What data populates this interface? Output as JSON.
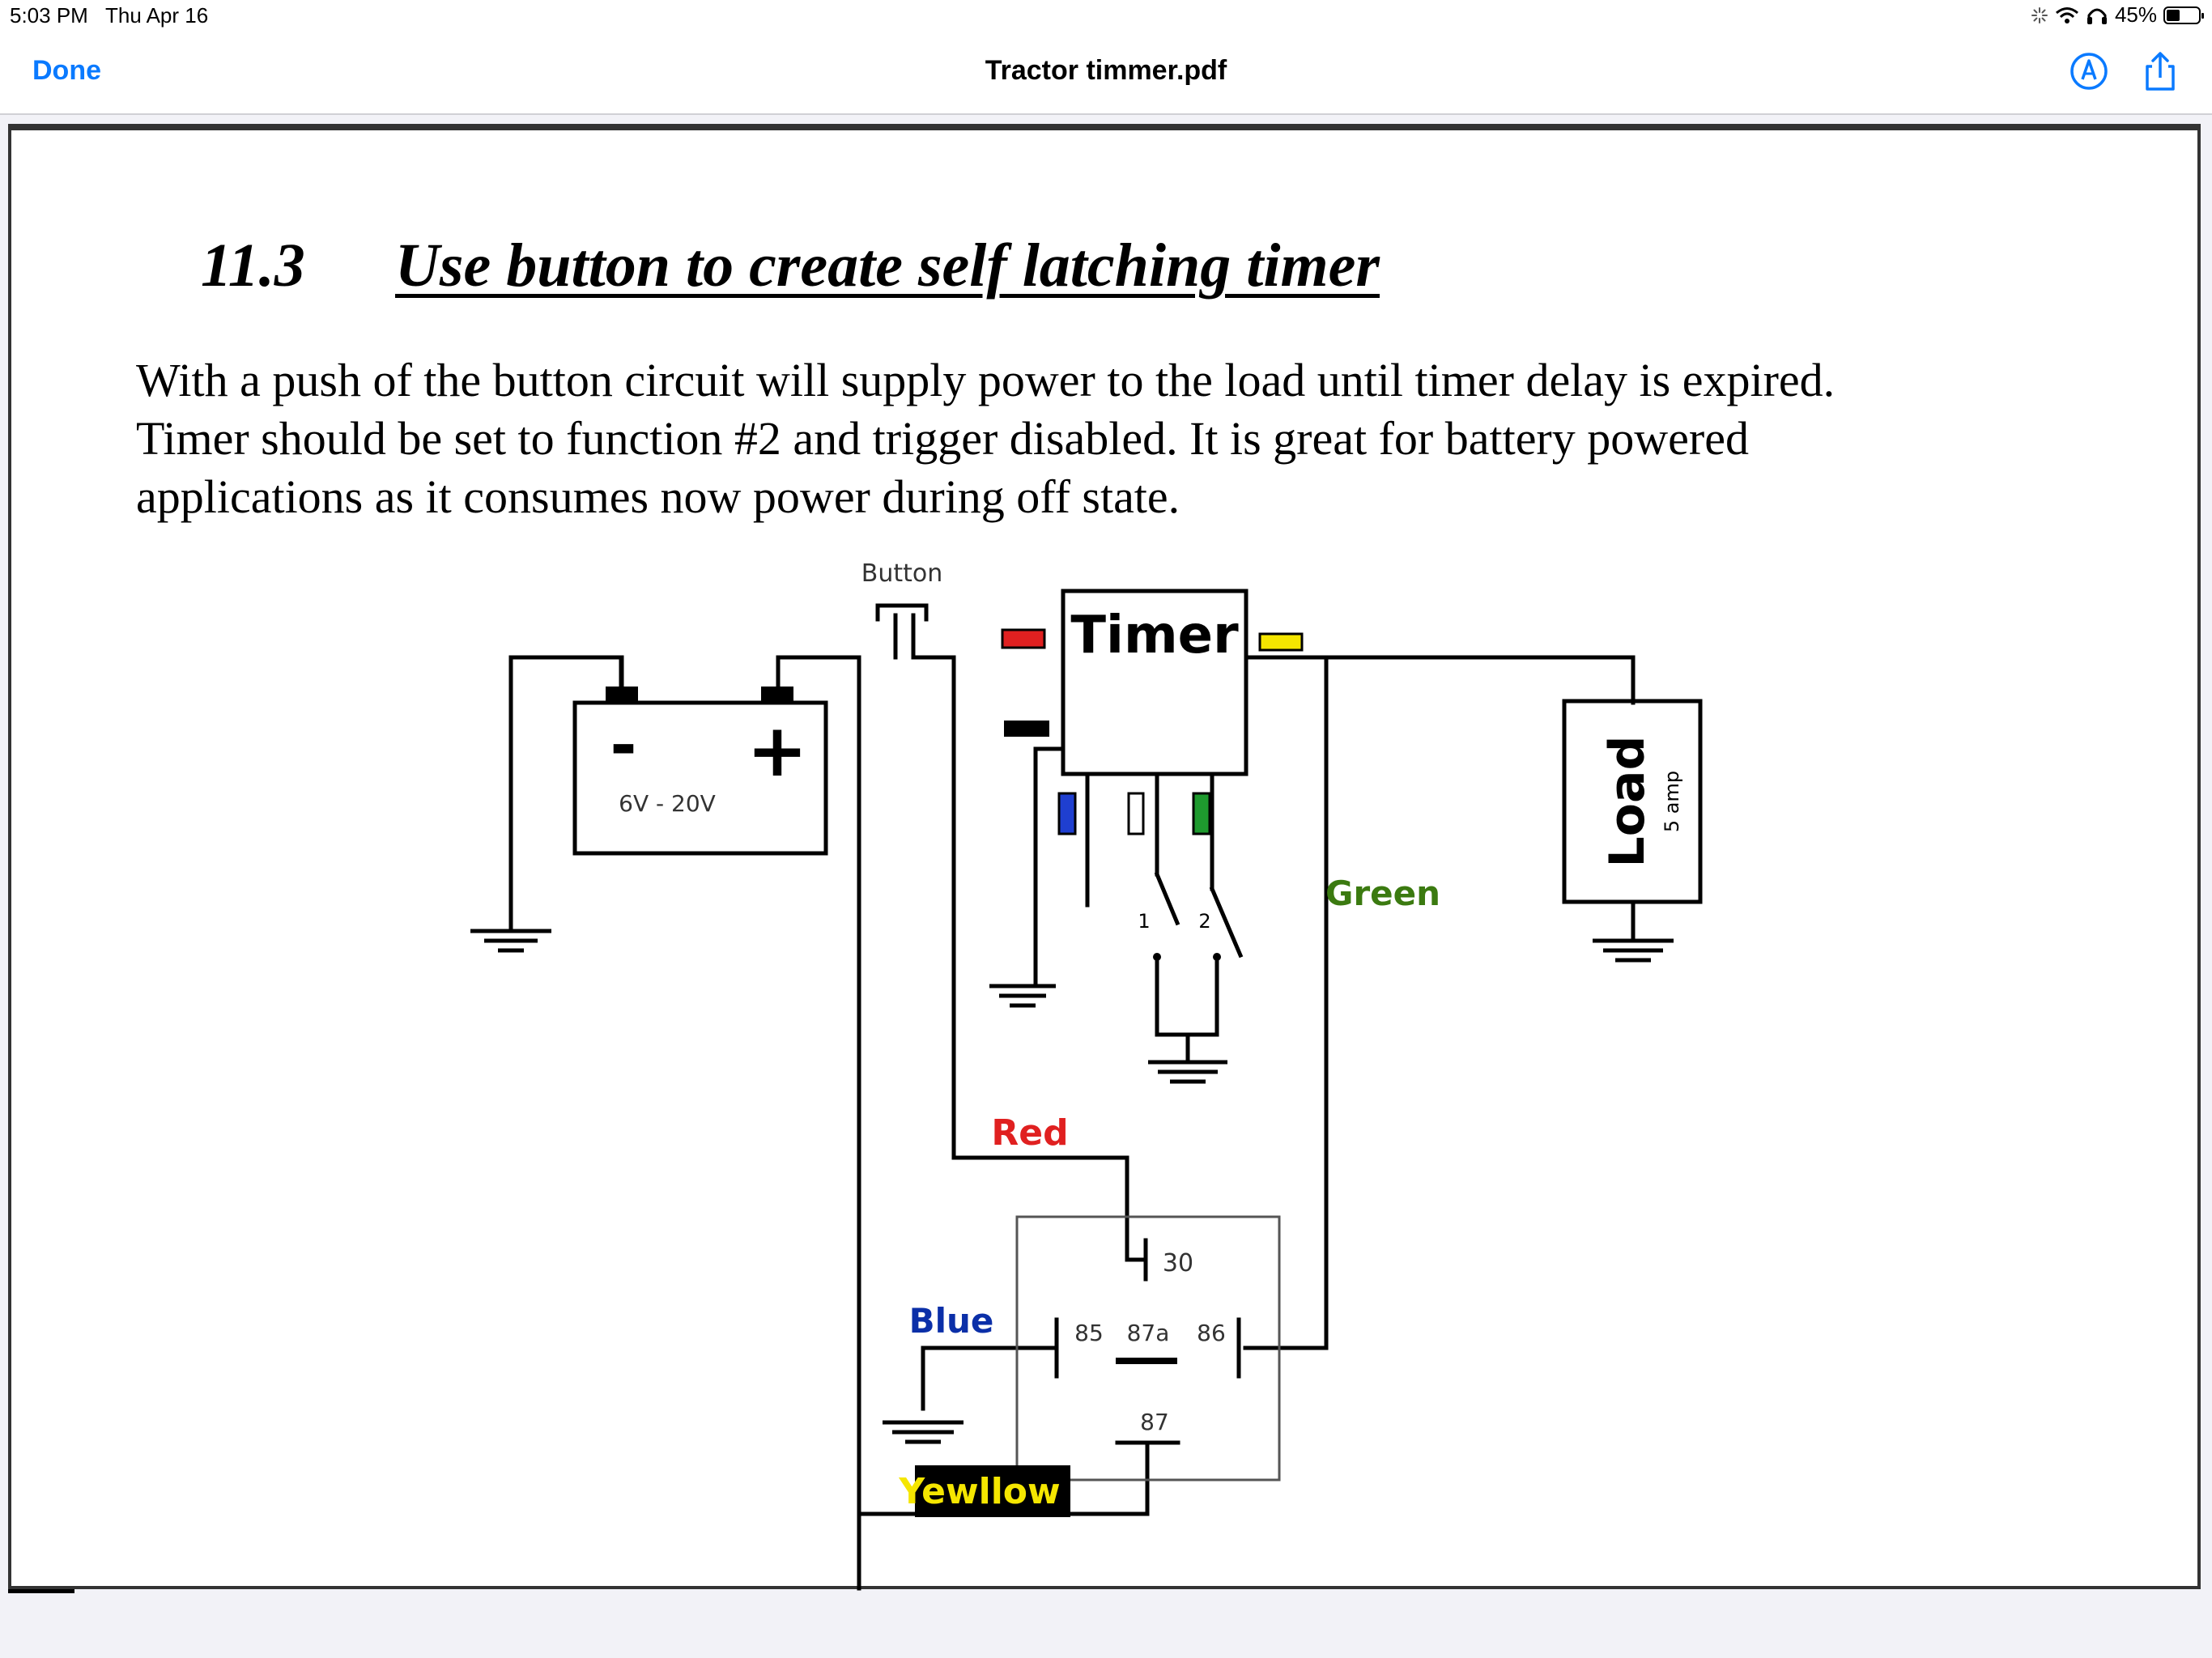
{
  "status_bar": {
    "time": "5:03 PM",
    "date": "Thu Apr 16",
    "battery_percent_text": "45%",
    "battery_level": 0.45
  },
  "nav": {
    "done_label": "Done",
    "title": "Tractor timmer.pdf"
  },
  "document": {
    "section_number": "11.3",
    "section_title": "Use button to create self latching timer",
    "paragraph_lines": [
      "With a push of the button circuit will supply power to the load until timer delay is expired.",
      "Timer should be set to function #2 and trigger disabled. It is great for battery powered",
      "applications as it consumes now power during off state."
    ]
  },
  "diagram": {
    "button_label": "Button",
    "timer_label": "Timer",
    "battery_minus": "-",
    "battery_plus": "+",
    "battery_voltage": "6V - 20V",
    "load_label": "Load",
    "load_rating": "5 amp",
    "switch_1": "1",
    "switch_2": "2",
    "wire_red": "Red",
    "wire_green": "Green",
    "wire_blue": "Blue",
    "wire_yellow": "Yewllow",
    "relay_30": "30",
    "relay_85": "85",
    "relay_87a": "87a",
    "relay_86": "86",
    "relay_87": "87",
    "colors": {
      "red": "#e02020",
      "yellow": "#f5e600",
      "blue": "#1f3fd0",
      "green": "#1e9a2e",
      "green_text": "#3b7a10",
      "blue_text": "#0b2fa8"
    }
  }
}
